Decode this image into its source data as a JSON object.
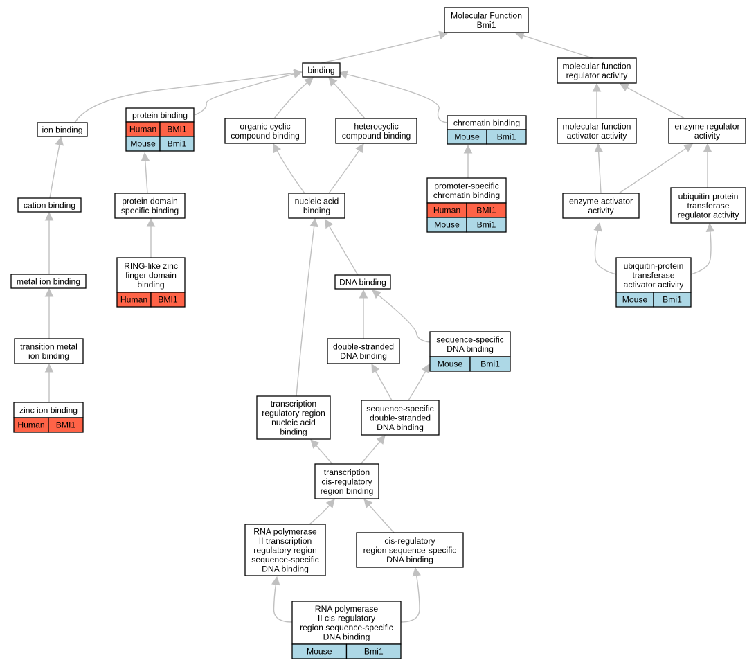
{
  "colors": {
    "human": "#ff6347",
    "mouse": "#add8e6",
    "edge": "#c0c0c0",
    "node_border": "#000000"
  },
  "nodes": [
    {
      "id": "mf_bmi1",
      "lines": [
        "Molecular Function",
        "Bmi1"
      ],
      "annotations": []
    },
    {
      "id": "binding",
      "lines": [
        "binding"
      ],
      "annotations": []
    },
    {
      "id": "mf_regulator",
      "lines": [
        "molecular function",
        "regulator activity"
      ],
      "annotations": []
    },
    {
      "id": "ion_binding",
      "lines": [
        "ion binding"
      ],
      "annotations": []
    },
    {
      "id": "protein_binding",
      "lines": [
        "protein binding"
      ],
      "annotations": [
        {
          "species": "Human",
          "gene": "BMI1"
        },
        {
          "species": "Mouse",
          "gene": "Bmi1"
        }
      ]
    },
    {
      "id": "organic_cyclic",
      "lines": [
        "organic cyclic",
        "compound binding"
      ],
      "annotations": []
    },
    {
      "id": "heterocyclic",
      "lines": [
        "heterocyclic",
        "compound binding"
      ],
      "annotations": []
    },
    {
      "id": "chromatin_binding",
      "lines": [
        "chromatin binding"
      ],
      "annotations": [
        {
          "species": "Mouse",
          "gene": "Bmi1"
        }
      ]
    },
    {
      "id": "mf_activator",
      "lines": [
        "molecular function",
        "activator activity"
      ],
      "annotations": []
    },
    {
      "id": "enzyme_regulator",
      "lines": [
        "enzyme regulator",
        "activity"
      ],
      "annotations": []
    },
    {
      "id": "cation_binding",
      "lines": [
        "cation binding"
      ],
      "annotations": []
    },
    {
      "id": "protein_domain",
      "lines": [
        "protein domain",
        "specific binding"
      ],
      "annotations": []
    },
    {
      "id": "nucleic_acid",
      "lines": [
        "nucleic acid",
        "binding"
      ],
      "annotations": []
    },
    {
      "id": "promoter_chromatin",
      "lines": [
        "promoter-specific",
        "chromatin binding"
      ],
      "annotations": [
        {
          "species": "Human",
          "gene": "BMI1"
        },
        {
          "species": "Mouse",
          "gene": "Bmi1"
        }
      ]
    },
    {
      "id": "enzyme_activator",
      "lines": [
        "enzyme activator",
        "activity"
      ],
      "annotations": []
    },
    {
      "id": "ubiq_regulator",
      "lines": [
        "ubiquitin-protein",
        "transferase",
        "regulator activity"
      ],
      "annotations": []
    },
    {
      "id": "metal_ion",
      "lines": [
        "metal ion binding"
      ],
      "annotations": []
    },
    {
      "id": "ring_zinc",
      "lines": [
        "RING-like zinc",
        "finger domain",
        "binding"
      ],
      "annotations": [
        {
          "species": "Human",
          "gene": "BMI1"
        }
      ]
    },
    {
      "id": "dna_binding",
      "lines": [
        "DNA binding"
      ],
      "annotations": []
    },
    {
      "id": "ubiq_activator",
      "lines": [
        "ubiquitin-protein",
        "transferase",
        "activator activity"
      ],
      "annotations": [
        {
          "species": "Mouse",
          "gene": "Bmi1"
        }
      ]
    },
    {
      "id": "transition_metal",
      "lines": [
        "transition metal",
        "ion binding"
      ],
      "annotations": []
    },
    {
      "id": "ds_dna",
      "lines": [
        "double-stranded",
        "DNA binding"
      ],
      "annotations": []
    },
    {
      "id": "seq_dna",
      "lines": [
        "sequence-specific",
        "DNA binding"
      ],
      "annotations": [
        {
          "species": "Mouse",
          "gene": "Bmi1"
        }
      ]
    },
    {
      "id": "zinc_ion",
      "lines": [
        "zinc ion binding"
      ],
      "annotations": [
        {
          "species": "Human",
          "gene": "BMI1"
        }
      ]
    },
    {
      "id": "tr_region_na",
      "lines": [
        "transcription",
        "regulatory region",
        "nucleic acid",
        "binding"
      ],
      "annotations": []
    },
    {
      "id": "seq_ds_dna",
      "lines": [
        "sequence-specific",
        "double-stranded",
        "DNA binding"
      ],
      "annotations": []
    },
    {
      "id": "tr_cis",
      "lines": [
        "transcription",
        "cis-regulatory",
        "region binding"
      ],
      "annotations": []
    },
    {
      "id": "rnap2_tr",
      "lines": [
        "RNA polymerase",
        "II transcription",
        "regulatory region",
        "sequence-specific",
        "DNA binding"
      ],
      "annotations": []
    },
    {
      "id": "cis_reg",
      "lines": [
        "cis-regulatory",
        "region sequence-specific",
        "DNA binding"
      ],
      "annotations": []
    },
    {
      "id": "rnap2_cis",
      "lines": [
        "RNA polymerase",
        "II cis-regulatory",
        "region sequence-specific",
        "DNA binding"
      ],
      "annotations": [
        {
          "species": "Mouse",
          "gene": "Bmi1"
        }
      ]
    }
  ],
  "edges": [
    {
      "from": "binding",
      "to": "mf_bmi1"
    },
    {
      "from": "mf_regulator",
      "to": "mf_bmi1"
    },
    {
      "from": "ion_binding",
      "to": "binding"
    },
    {
      "from": "protein_binding",
      "to": "binding"
    },
    {
      "from": "organic_cyclic",
      "to": "binding"
    },
    {
      "from": "heterocyclic",
      "to": "binding"
    },
    {
      "from": "chromatin_binding",
      "to": "binding"
    },
    {
      "from": "mf_activator",
      "to": "mf_regulator"
    },
    {
      "from": "enzyme_regulator",
      "to": "mf_regulator"
    },
    {
      "from": "cation_binding",
      "to": "ion_binding"
    },
    {
      "from": "protein_domain",
      "to": "protein_binding"
    },
    {
      "from": "nucleic_acid",
      "to": "organic_cyclic"
    },
    {
      "from": "nucleic_acid",
      "to": "heterocyclic"
    },
    {
      "from": "promoter_chromatin",
      "to": "chromatin_binding"
    },
    {
      "from": "enzyme_activator",
      "to": "mf_activator"
    },
    {
      "from": "enzyme_activator",
      "to": "enzyme_regulator"
    },
    {
      "from": "ubiq_regulator",
      "to": "enzyme_regulator"
    },
    {
      "from": "metal_ion",
      "to": "cation_binding"
    },
    {
      "from": "ring_zinc",
      "to": "protein_domain"
    },
    {
      "from": "dna_binding",
      "to": "nucleic_acid"
    },
    {
      "from": "ubiq_activator",
      "to": "enzyme_activator"
    },
    {
      "from": "ubiq_activator",
      "to": "ubiq_regulator"
    },
    {
      "from": "transition_metal",
      "to": "metal_ion"
    },
    {
      "from": "ds_dna",
      "to": "dna_binding"
    },
    {
      "from": "seq_dna",
      "to": "dna_binding"
    },
    {
      "from": "zinc_ion",
      "to": "transition_metal"
    },
    {
      "from": "tr_region_na",
      "to": "nucleic_acid"
    },
    {
      "from": "seq_ds_dna",
      "to": "ds_dna"
    },
    {
      "from": "seq_ds_dna",
      "to": "seq_dna"
    },
    {
      "from": "tr_cis",
      "to": "tr_region_na"
    },
    {
      "from": "tr_cis",
      "to": "seq_ds_dna"
    },
    {
      "from": "rnap2_tr",
      "to": "tr_cis"
    },
    {
      "from": "cis_reg",
      "to": "tr_cis"
    },
    {
      "from": "rnap2_cis",
      "to": "rnap2_tr"
    },
    {
      "from": "cis_reg",
      "to": "tr_cis"
    },
    {
      "from": "rnap2_cis",
      "to": "cis_reg"
    }
  ]
}
